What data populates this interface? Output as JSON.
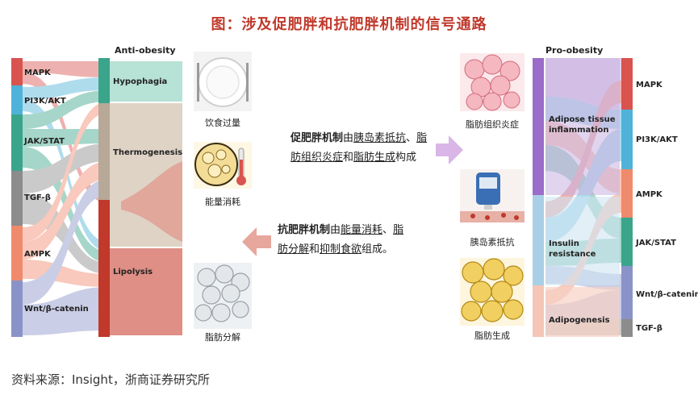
{
  "title": "图：涉及促肥胖和抗肥胖机制的信号通路",
  "source": "资料来源：Insight，浙商证券研究所",
  "anti": {
    "title": "Anti-obesity",
    "pathways": [
      "MAPK",
      "PI3K/AKT",
      "JAK/STAT",
      "TGF-β",
      "AMPK",
      "Wnt/β-catenin"
    ],
    "outcomes": [
      "Hypophagia",
      "Thermogenesis",
      "Lipolysis"
    ]
  },
  "pro": {
    "title": "Pro-obesity",
    "outcomes": [
      "Adipose tissue inflammation",
      "Insulin resistance",
      "Adipogenesis"
    ],
    "pathways": [
      "MAPK",
      "PI3K/AKT",
      "AMPK",
      "JAK/STAT",
      "Wnt/β-catenin",
      "TGF-β"
    ]
  },
  "left_icons": [
    {
      "icon": "empty-plate-icon",
      "caption": "饮食过量"
    },
    {
      "icon": "fat-cells-thermometer-icon",
      "caption": "能量消耗"
    },
    {
      "icon": "lipid-droplets-icon",
      "caption": "脂肪分解"
    }
  ],
  "right_icons": [
    {
      "icon": "inflamed-adipose-icon",
      "caption": "脂肪组织炎症"
    },
    {
      "icon": "glucose-meter-icon",
      "caption": "胰岛素抵抗"
    },
    {
      "icon": "adipocytes-icon",
      "caption": "脂肪生成"
    }
  ],
  "pro_text": {
    "bold": "促肥胖机制",
    "t1": "由",
    "u1": "胰岛素抵抗",
    "t2": "、",
    "u2a": "脂",
    "u2b": "肪组织炎症",
    "t3": "和",
    "u3": "脂肪生成",
    "t4": "构成"
  },
  "anti_text": {
    "bold": "抗肥胖机制",
    "t1": "由",
    "u1": "能量消耗",
    "t2": "、",
    "u2a": "脂",
    "u2b": "肪分解",
    "t3": "和",
    "u3": "抑制食欲",
    "t4": "组成。"
  },
  "colors": {
    "title_red": "#c0392b",
    "mapk": "#d9534f",
    "pi3k": "#4fb3d9",
    "jak": "#3aa58a",
    "tgf": "#8c8c8c",
    "ampk": "#f08a6c",
    "wnt": "#8a93c8",
    "hypophagia": "#9fd8c8",
    "thermogenesis": "#c9b9a8",
    "lipolysis": "#d66a5e",
    "inflammation": "#b99ad8",
    "insulin": "#b9d8ec",
    "adipogenesis": "#f4c6b6",
    "arrow": "#d9b6e6",
    "arrow_left": "#e7a79c"
  }
}
